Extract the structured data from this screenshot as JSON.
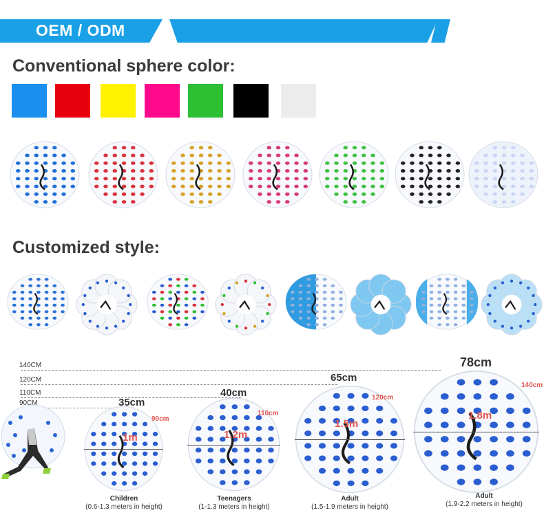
{
  "banner": {
    "title": "OEM / ODM"
  },
  "headings": {
    "colors": "Conventional sphere color:",
    "custom": "Customized style:"
  },
  "swatches": [
    "#1a8ff0",
    "#e8000f",
    "#fff200",
    "#ff0a8c",
    "#2fbf33",
    "#000000",
    "#ececec"
  ],
  "ball_colors": [
    "#1f6fd8",
    "#d9323c",
    "#d7a128",
    "#d63a7a",
    "#3fc144",
    "#222222",
    "#c9d6f2"
  ],
  "custom_balls": [
    "#2a72d8",
    "flower-blue",
    "#d9323c",
    "flower-multi",
    "half-blue",
    "flower-skyblue",
    "blue-band",
    "flower-blue-band"
  ],
  "height_marks": [
    "140CM",
    "120CM",
    "110CM",
    "90CM"
  ],
  "sizes": [
    {
      "diameter": "35cm",
      "height": "90cm",
      "width": "1m",
      "caption_title": "Children",
      "caption_range": "(0.6-1.3 meters in height)"
    },
    {
      "diameter": "40cm",
      "height": "110cm",
      "width": "1.2m",
      "caption_title": "Teenagers",
      "caption_range": "(1-1.3 meters in height)"
    },
    {
      "diameter": "65cm",
      "height": "120cm",
      "width": "1.5m",
      "caption_title": "Adult",
      "caption_range": "(1.5-1.9 meters in height)"
    },
    {
      "diameter": "78cm",
      "height": "140cm",
      "width": "1.8m",
      "caption_title": "Adult",
      "caption_range": "(1.9-2.2 meters in height)"
    }
  ]
}
